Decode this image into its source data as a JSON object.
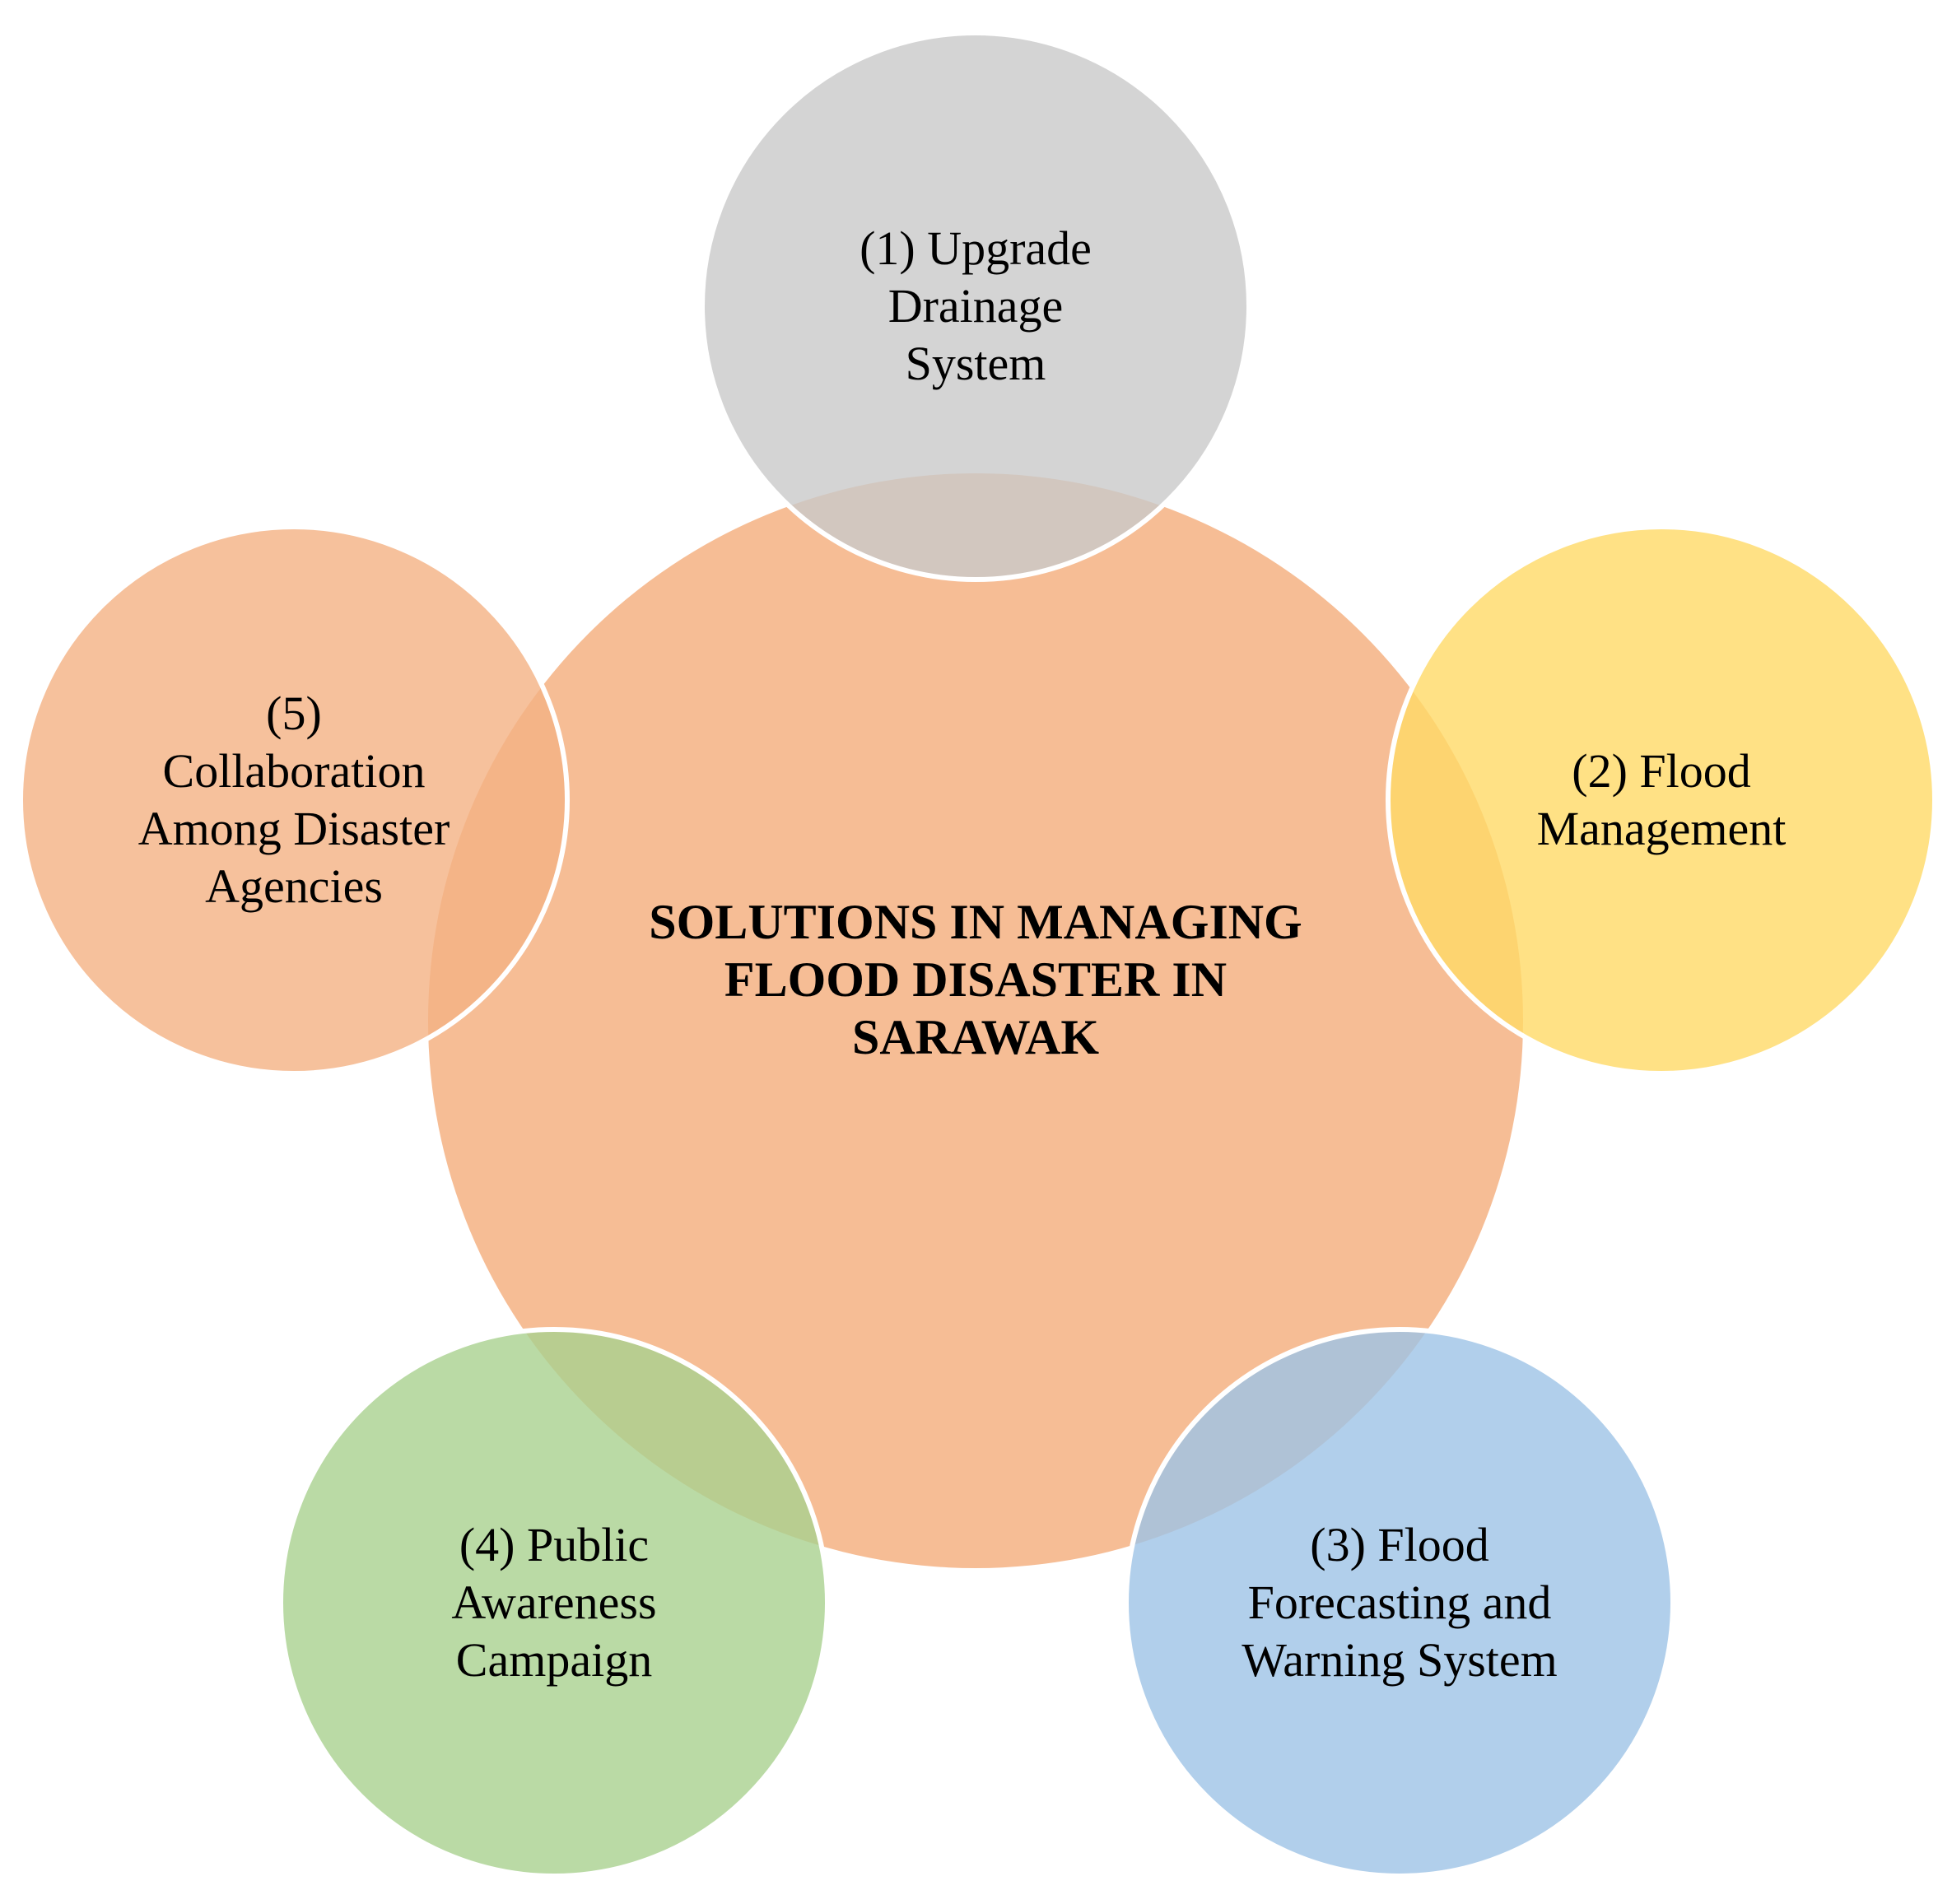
{
  "center": {
    "lines": [
      "SOLUTIONS IN MANAGING",
      "FLOOD DISASTER IN",
      "SARAWAK"
    ],
    "color": "#f4b183"
  },
  "nodes": [
    {
      "lines": [
        "(1) Upgrade",
        "Drainage",
        "System"
      ],
      "color": "#c9c9c9"
    },
    {
      "lines": [
        "(2) Flood",
        "Management"
      ],
      "color": "#ffd966"
    },
    {
      "lines": [
        "(3) Flood",
        "Forecasting and",
        "Warning System"
      ],
      "color": "#9dc3e6"
    },
    {
      "lines": [
        "(4) Public",
        "Awareness",
        "Campaign"
      ],
      "color": "#a9d18e"
    },
    {
      "lines": [
        "(5)",
        "Collaboration",
        "Among Disaster",
        "Agencies"
      ],
      "color": "#f4b183"
    }
  ]
}
